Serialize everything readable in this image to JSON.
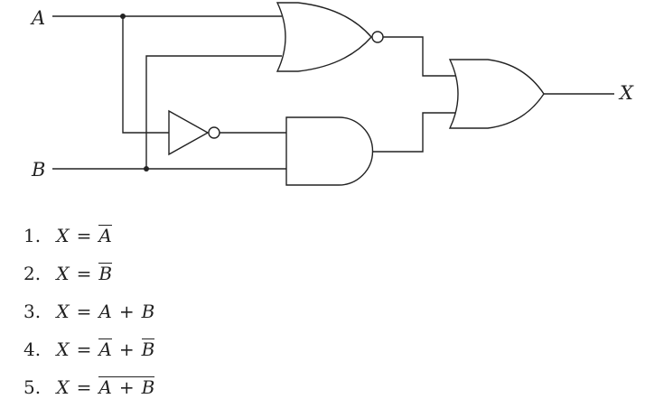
{
  "labels": {
    "a": "A",
    "b": "B",
    "x": "X"
  },
  "gates": [
    {
      "kind": "NOR",
      "inputs": [
        "A",
        "B"
      ]
    },
    {
      "kind": "NOT",
      "inputs": [
        "A"
      ]
    },
    {
      "kind": "AND",
      "inputs": [
        "NOT A",
        "B"
      ]
    },
    {
      "kind": "OR",
      "inputs": [
        "NOR output",
        "AND output"
      ],
      "output": "X"
    }
  ],
  "options": [
    {
      "num": "1.",
      "lhs": "X",
      "eq": "=",
      "rhs": "A",
      "rhs_bar": true
    },
    {
      "num": "2.",
      "lhs": "X",
      "eq": "=",
      "rhs": "B",
      "rhs_bar": true
    },
    {
      "num": "3.",
      "lhs": "X",
      "eq": "=",
      "t1": "A",
      "plus": "+",
      "t2": "B"
    },
    {
      "num": "4.",
      "lhs": "X",
      "eq": "=",
      "t1": "A",
      "t1_bar": true,
      "plus": "+",
      "t2": "B",
      "t2_bar": true
    },
    {
      "num": "5.",
      "lhs": "X",
      "eq": "=",
      "t1": "A",
      "plus": "+",
      "t2": "B",
      "whole_bar": true
    }
  ]
}
